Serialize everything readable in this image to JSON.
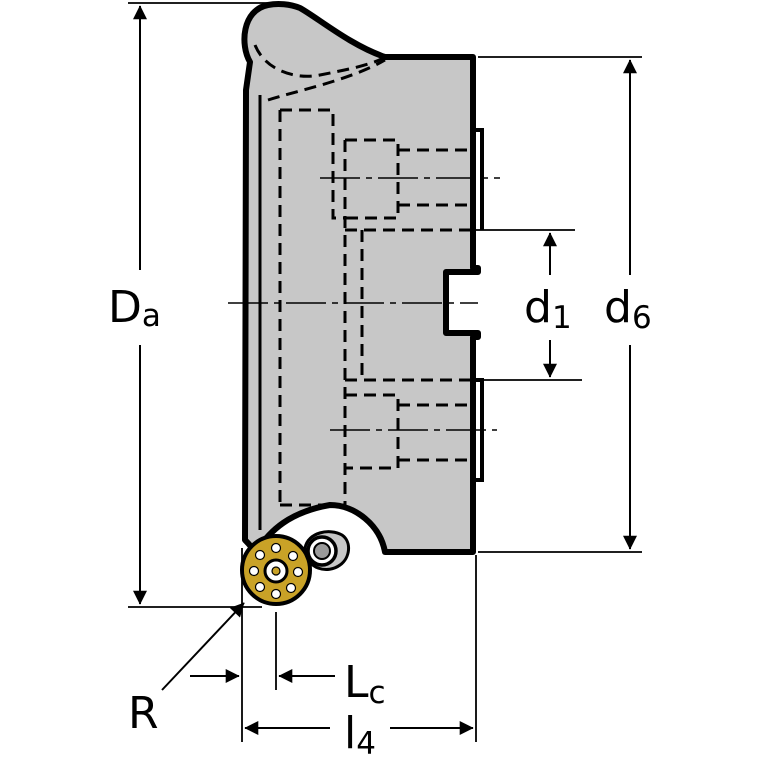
{
  "colors": {
    "body_fill": "#c7c7c7",
    "outline": "#000000",
    "insert_gold": "#c9a227",
    "background": "#ffffff"
  },
  "labels": {
    "Da": {
      "main": "D",
      "sub": "a"
    },
    "d1": {
      "main": "d",
      "sub": "1"
    },
    "d6": {
      "main": "d",
      "sub": "6"
    },
    "R": {
      "main": "R"
    },
    "Lc": {
      "main": "L",
      "sub": "c"
    },
    "l4": {
      "main": "l",
      "sub": "4"
    }
  }
}
